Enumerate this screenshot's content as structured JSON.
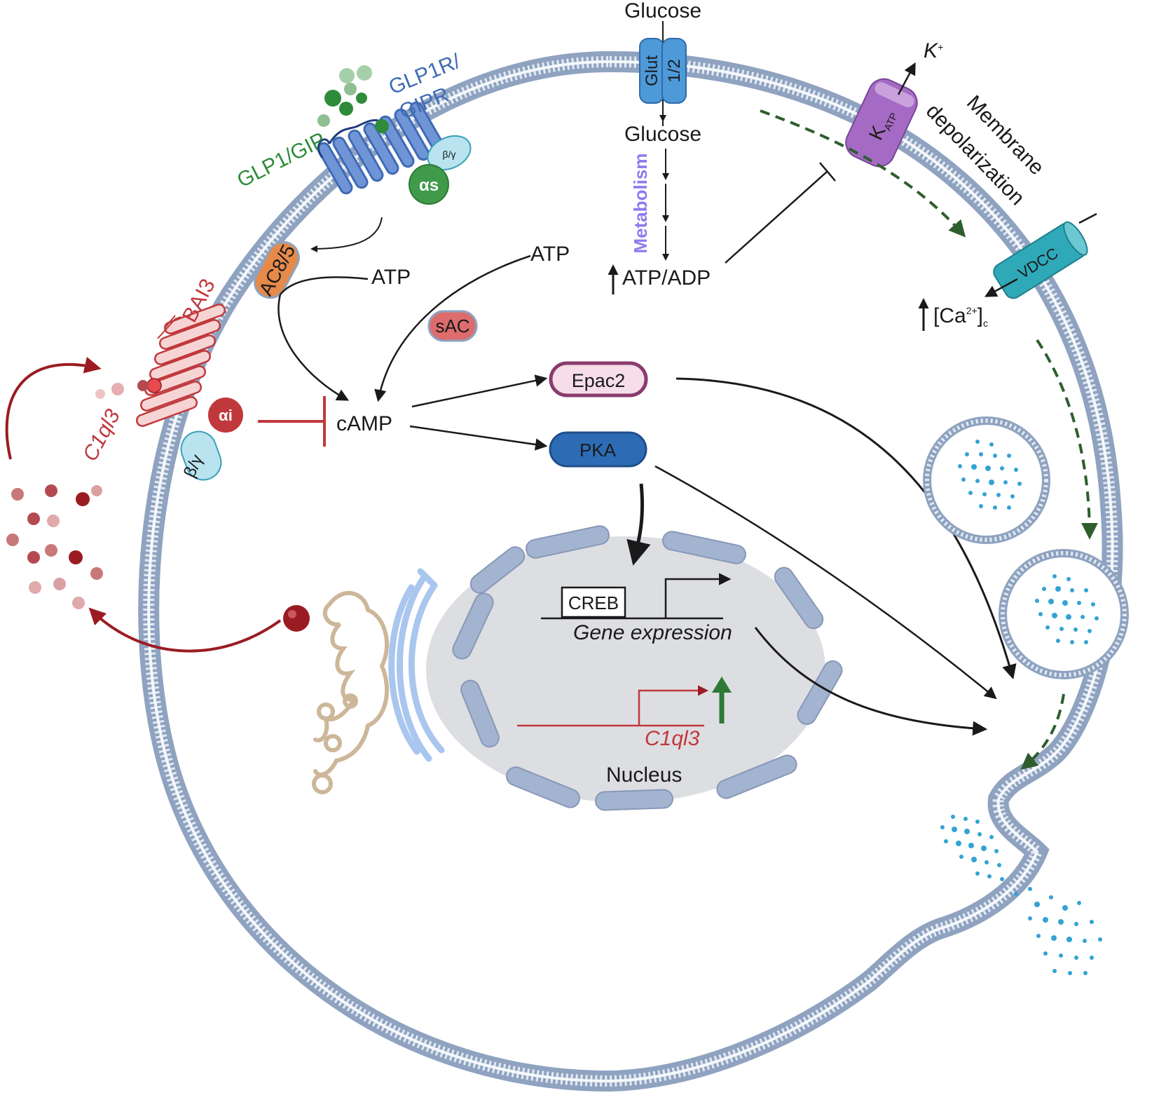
{
  "labels": {
    "glucose_out": "Glucose",
    "glut_a": "Glut",
    "glut_b": "1/2",
    "glucose_in": "Glucose",
    "metabolism": "Metabolism",
    "atp_adp": "ATP/ADP",
    "k_plus": "K",
    "k_plus_sup": "+",
    "katp": "K",
    "katp_sub": "ATP",
    "membrane_depolarization_1": "Membrane",
    "membrane_depolarization_2": "depolarization",
    "vdcc": "VDCC",
    "ca_text": "[Ca",
    "ca_sup": "2+",
    "ca_close": "]",
    "ca_sub": "c",
    "glp1_gip": "GLP1/GIP",
    "glp1r_1": "GLP1R/",
    "glp1r_2": "GIPR",
    "beta_gamma_s": "β/γ",
    "alpha_s": "αs",
    "ac85": "AC8/5",
    "atp_1": "ATP",
    "atp_2": "ATP",
    "sac": "sAC",
    "bai3": "BAI3",
    "c1ql3_out": "C1ql3",
    "alpha_i": "αi",
    "beta_gamma_i": "β/γ",
    "camp": "cAMP",
    "epac2": "Epac2",
    "pka": "PKA",
    "creb": "CREB",
    "gene_expression": "Gene expression",
    "c1ql3_gene": "C1ql3",
    "nucleus": "Nucleus"
  },
  "colors": {
    "membrane": "#8fa3c0",
    "membrane_fill": "#dfe7f2",
    "receptor_blue": "#3f6bb5",
    "glp_green": "#2e8b3a",
    "bai3_red": "#c0383c",
    "c1ql3_dark": "#9a1c22",
    "ac_orange": "#e68a4a",
    "sac_red": "#dd6c6c",
    "epac_border": "#8a3b6e",
    "epac_fill": "#f6dde9",
    "pka_blue": "#2d6cb5",
    "glut_blue": "#4e9ad8",
    "katp_purple": "#a56bc4",
    "vdcc_teal": "#2fa9b8",
    "dashed_green": "#2e5e2e",
    "nucleus_fill": "#dddee2",
    "nucleus_env": "#a3b4d0",
    "golgi_tan": "#cdb79a",
    "er_blue": "#a9c6ee",
    "granule_blue": "#33a2d4",
    "metabolism_violet": "#8c7bf0"
  }
}
